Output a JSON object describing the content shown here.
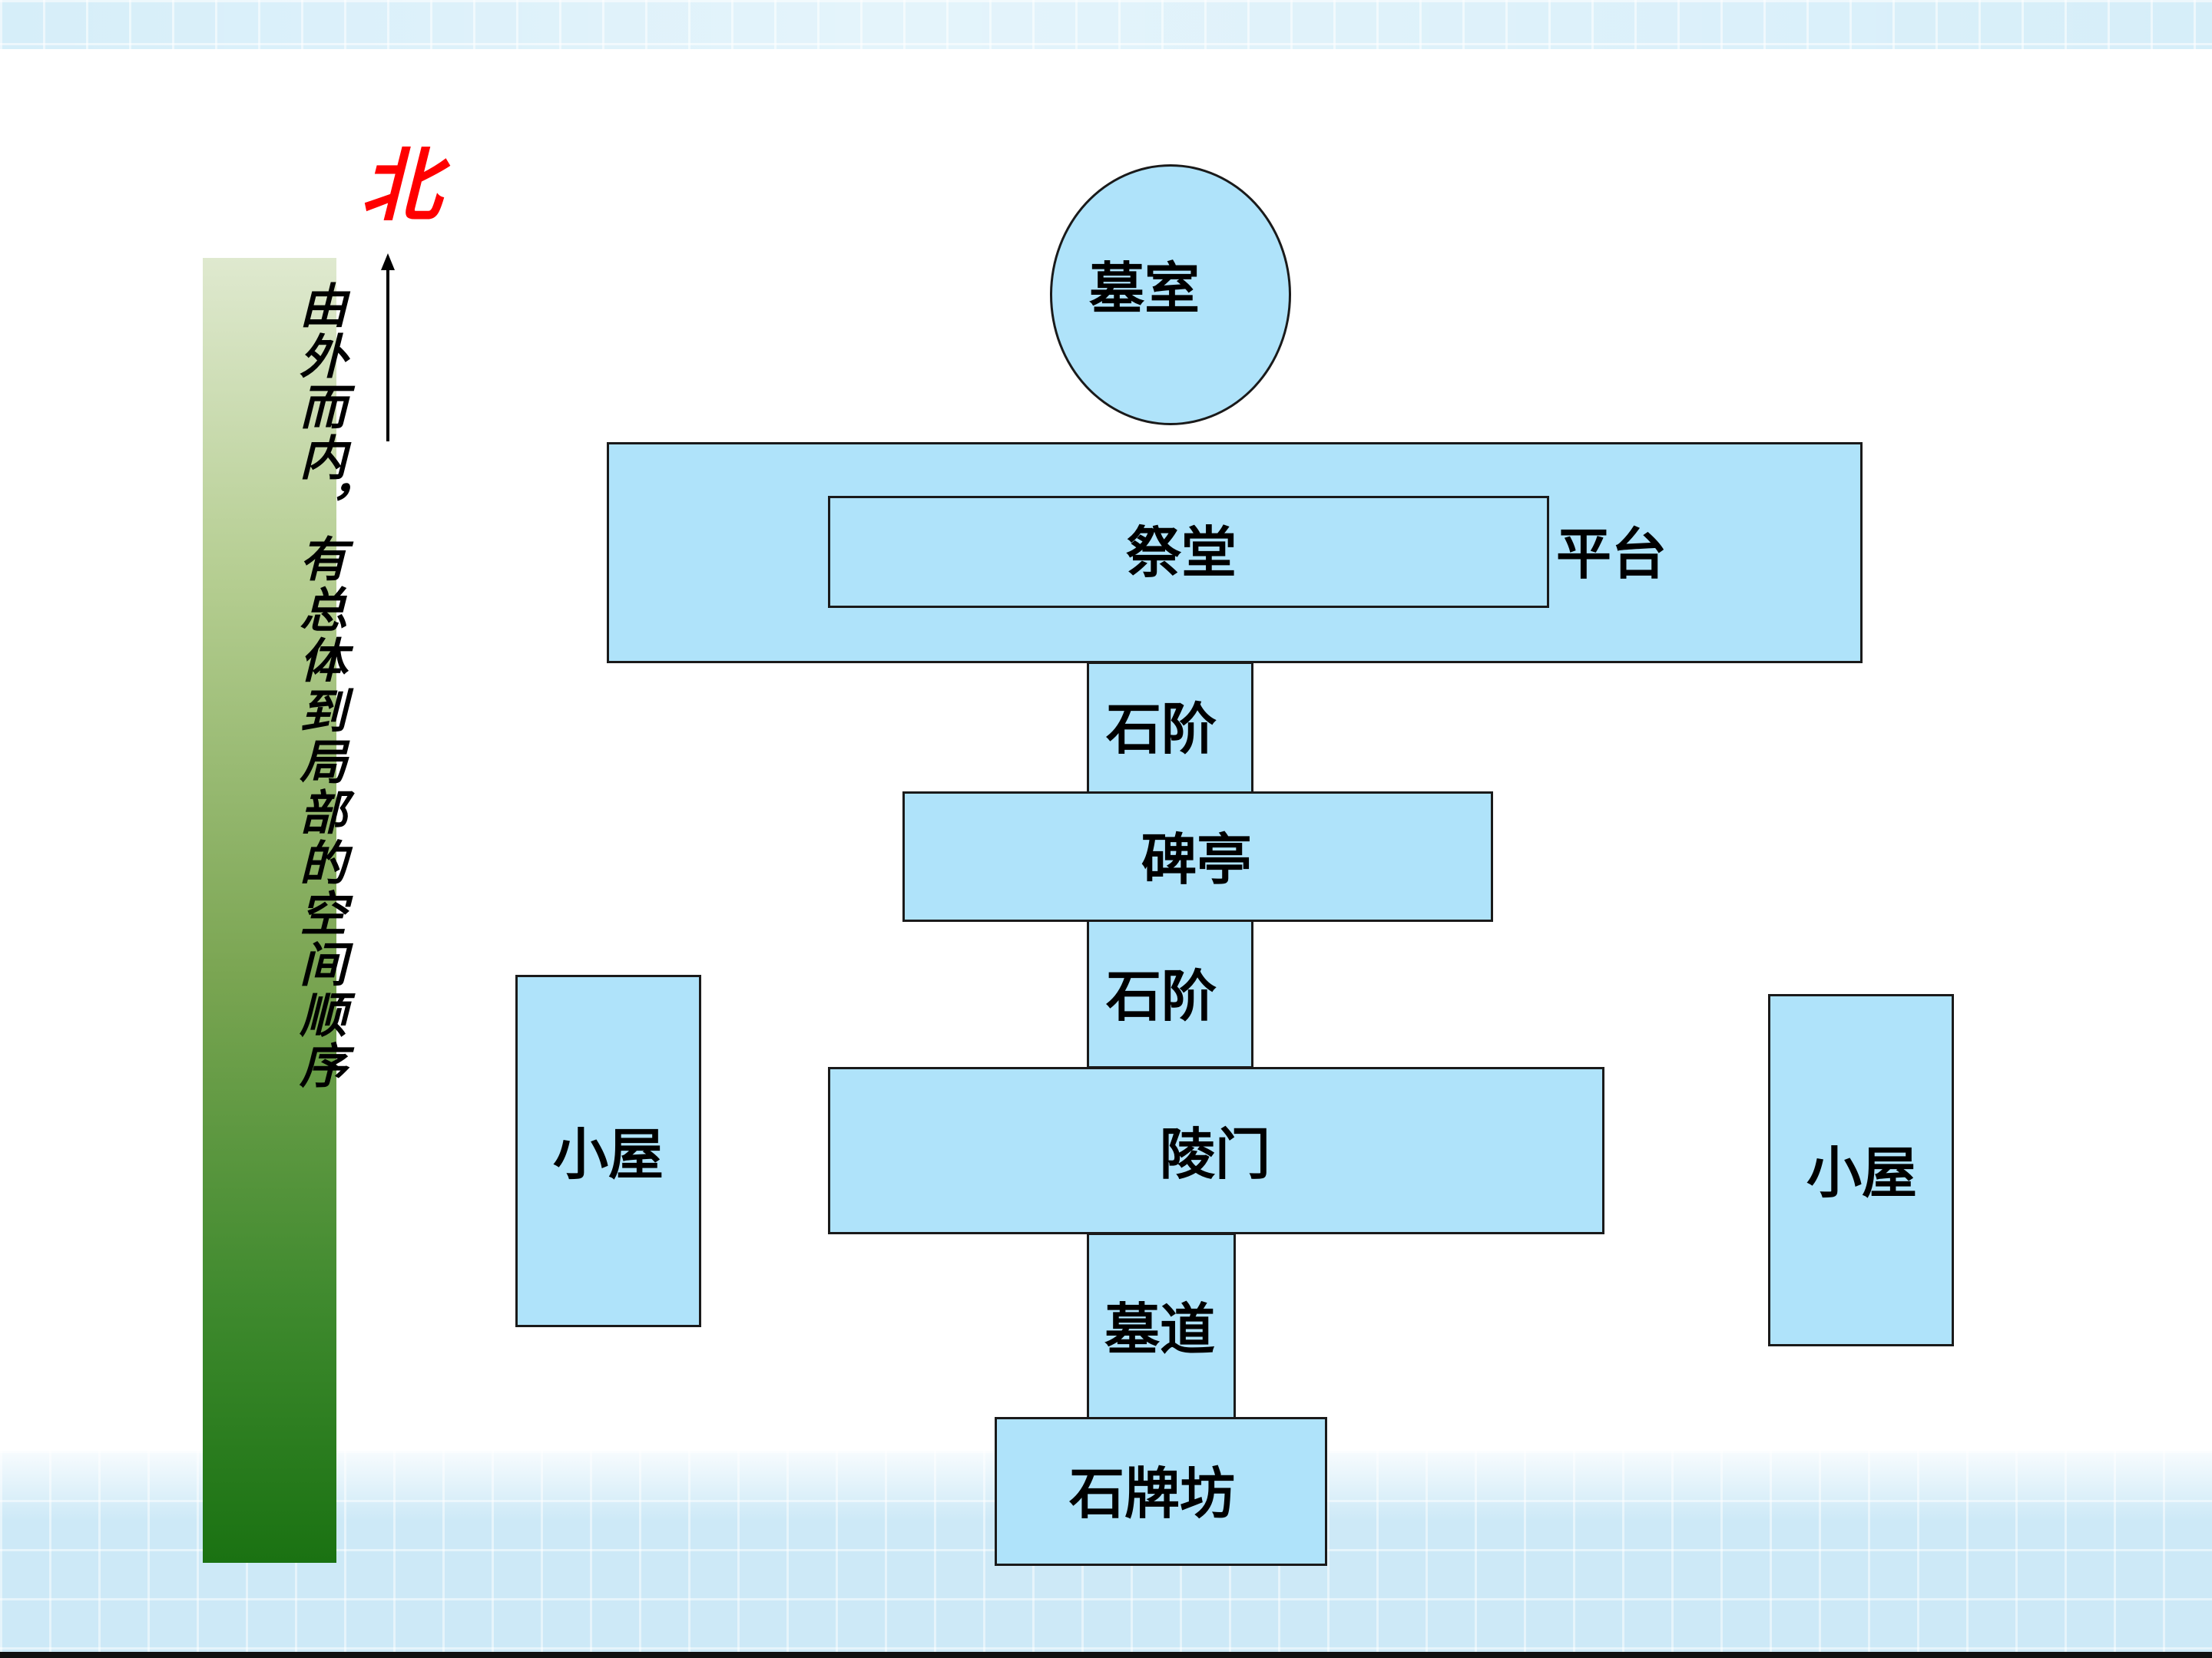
{
  "caption": {
    "text": "由外而内，有总体到局部的空间顺序"
  },
  "compass": {
    "north_label": "北",
    "north_color": "#ff0000"
  },
  "colors": {
    "shape_fill": "#afe3fa",
    "shape_border": "#1a1a1a",
    "caption_gradient_top": "#dfe9cf",
    "caption_gradient_bottom": "#1a7212"
  },
  "diagram": {
    "tomb_chamber": "墓室",
    "platform": "平台",
    "sacrificial_hall": "祭堂",
    "stone_steps_upper": "石阶",
    "stele_pavilion": "碑亭",
    "stone_steps_lower": "石阶",
    "mausoleum_gate": "陵门",
    "side_house_left": "小屋",
    "side_house_right": "小屋",
    "tomb_passage": "墓道",
    "stone_archway": "石牌坊"
  }
}
